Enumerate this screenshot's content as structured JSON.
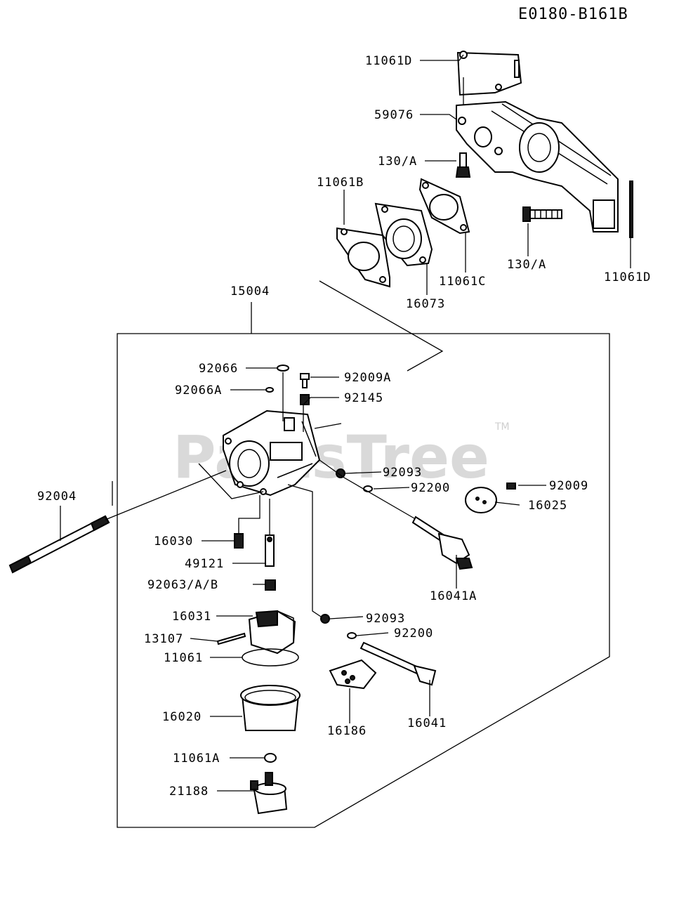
{
  "diagram_ref": "E0180-B161B",
  "watermark": {
    "text": "PartsTree",
    "trademark": "TM"
  },
  "labels": {
    "p11061D_top": "11061D",
    "p59076": "59076",
    "p130A_left": "130/A",
    "p11061B": "11061B",
    "p130A_right": "130/A",
    "p11061D_right": "11061D",
    "p11061C": "11061C",
    "p16073": "16073",
    "p15004": "15004",
    "p92066": "92066",
    "p92009A": "92009A",
    "p92066A": "92066A",
    "p92145": "92145",
    "p92093_top": "92093",
    "p92200_top": "92200",
    "p92009": "92009",
    "p16025": "16025",
    "p92004": "92004",
    "p16030": "16030",
    "p49121": "49121",
    "p92063AB": "92063/A/B",
    "p16041A": "16041A",
    "p16031": "16031",
    "p92093_bottom": "92093",
    "p13107": "13107",
    "p92200_bottom": "92200",
    "p11061": "11061",
    "p16020": "16020",
    "p16186": "16186",
    "p16041": "16041",
    "p11061A": "11061A",
    "p21188": "21188"
  }
}
